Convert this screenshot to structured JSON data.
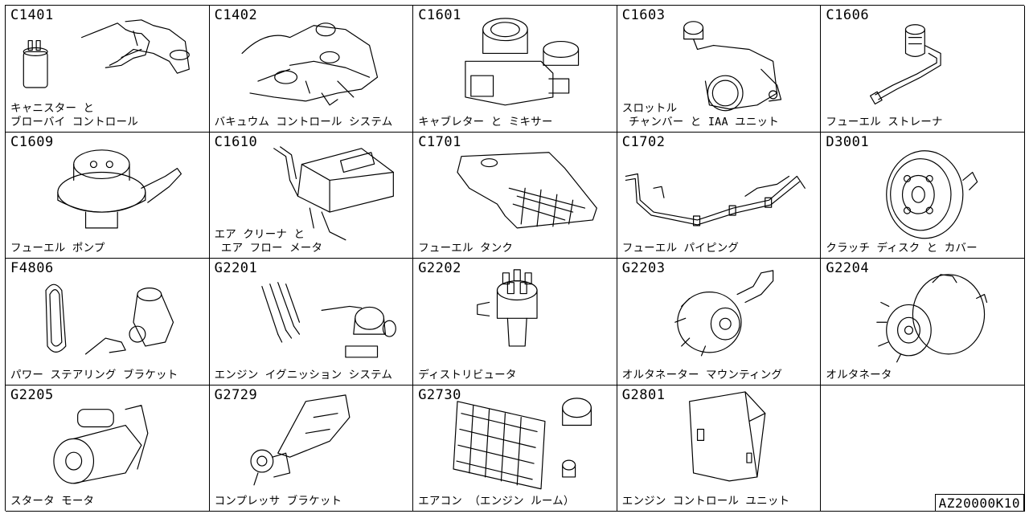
{
  "catalog": {
    "reference": "AZ20000K10",
    "cells": [
      {
        "code": "C1401",
        "caption": "キャニスター と\nブローバイ コントロール",
        "icon": "canister-blowby-icon"
      },
      {
        "code": "C1402",
        "caption": "バキュウム コントロール システム",
        "icon": "vacuum-control-icon"
      },
      {
        "code": "C1601",
        "caption": "キャブレター と ミキサー",
        "icon": "carburetor-icon"
      },
      {
        "code": "C1603",
        "caption": "スロットル\n チャンバー と IAA ユニット",
        "icon": "throttle-chamber-icon"
      },
      {
        "code": "C1606",
        "caption": "フューエル ストレーナ",
        "icon": "fuel-strainer-icon"
      },
      {
        "code": "C1609",
        "caption": "フューエル ポンプ",
        "icon": "fuel-pump-icon"
      },
      {
        "code": "C1610",
        "caption": "エア クリーナ と\n エア フロー メータ",
        "icon": "air-cleaner-icon"
      },
      {
        "code": "C1701",
        "caption": "フューエル タンク",
        "icon": "fuel-tank-icon"
      },
      {
        "code": "C1702",
        "caption": "フューエル パイピング",
        "icon": "fuel-piping-icon"
      },
      {
        "code": "D3001",
        "caption": "クラッチ ディスク と カバー",
        "icon": "clutch-disc-icon"
      },
      {
        "code": "F4806",
        "caption": "パワー ステアリング ブラケット",
        "icon": "power-steering-icon"
      },
      {
        "code": "G2201",
        "caption": "エンジン イグニッション システム",
        "icon": "ignition-system-icon"
      },
      {
        "code": "G2202",
        "caption": "ディストリビュータ",
        "icon": "distributor-icon"
      },
      {
        "code": "G2203",
        "caption": "オルタネーター マウンティング",
        "icon": "alternator-mounting-icon"
      },
      {
        "code": "G2204",
        "caption": "オルタネータ",
        "icon": "alternator-icon"
      },
      {
        "code": "G2205",
        "caption": "スタータ モータ",
        "icon": "starter-motor-icon"
      },
      {
        "code": "G2729",
        "caption": "コンプレッサ ブラケット",
        "icon": "compressor-bracket-icon"
      },
      {
        "code": "G2730",
        "caption": "エアコン （エンジン ルーム）",
        "icon": "aircon-icon"
      },
      {
        "code": "G2801",
        "caption": "エンジン コントロール ユニット",
        "icon": "engine-control-unit-icon"
      },
      {
        "code": "",
        "caption": "",
        "icon": ""
      }
    ]
  }
}
